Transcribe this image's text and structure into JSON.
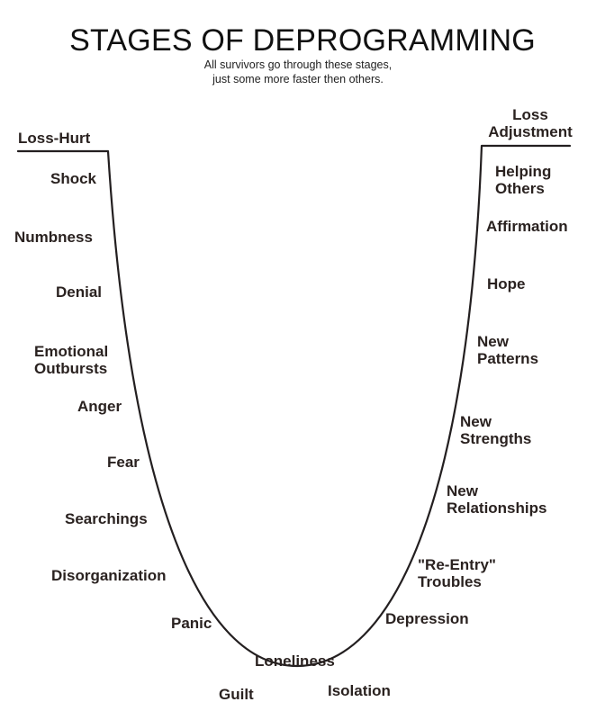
{
  "title": "STAGES OF DEPROGRAMMING",
  "subtitle_line1": "All survivors go through these stages,",
  "subtitle_line2": "just some more faster then others.",
  "line_color": "#231f20",
  "descent": [
    "Loss-Hurt",
    "Shock",
    "Numbness",
    "Denial",
    "Emotional Outbursts",
    "Anger",
    "Fear",
    "Searchings",
    "Disorganization",
    "Panic",
    "Guilt"
  ],
  "bottom": [
    "Loneliness",
    "Isolation"
  ],
  "ascent": [
    "Depression",
    "\"Re-Entry\" Troubles",
    "New Relationships",
    "New Strengths",
    "New Patterns",
    "Hope",
    "Affirmation",
    "Helping Others",
    "Loss Adjustment"
  ]
}
